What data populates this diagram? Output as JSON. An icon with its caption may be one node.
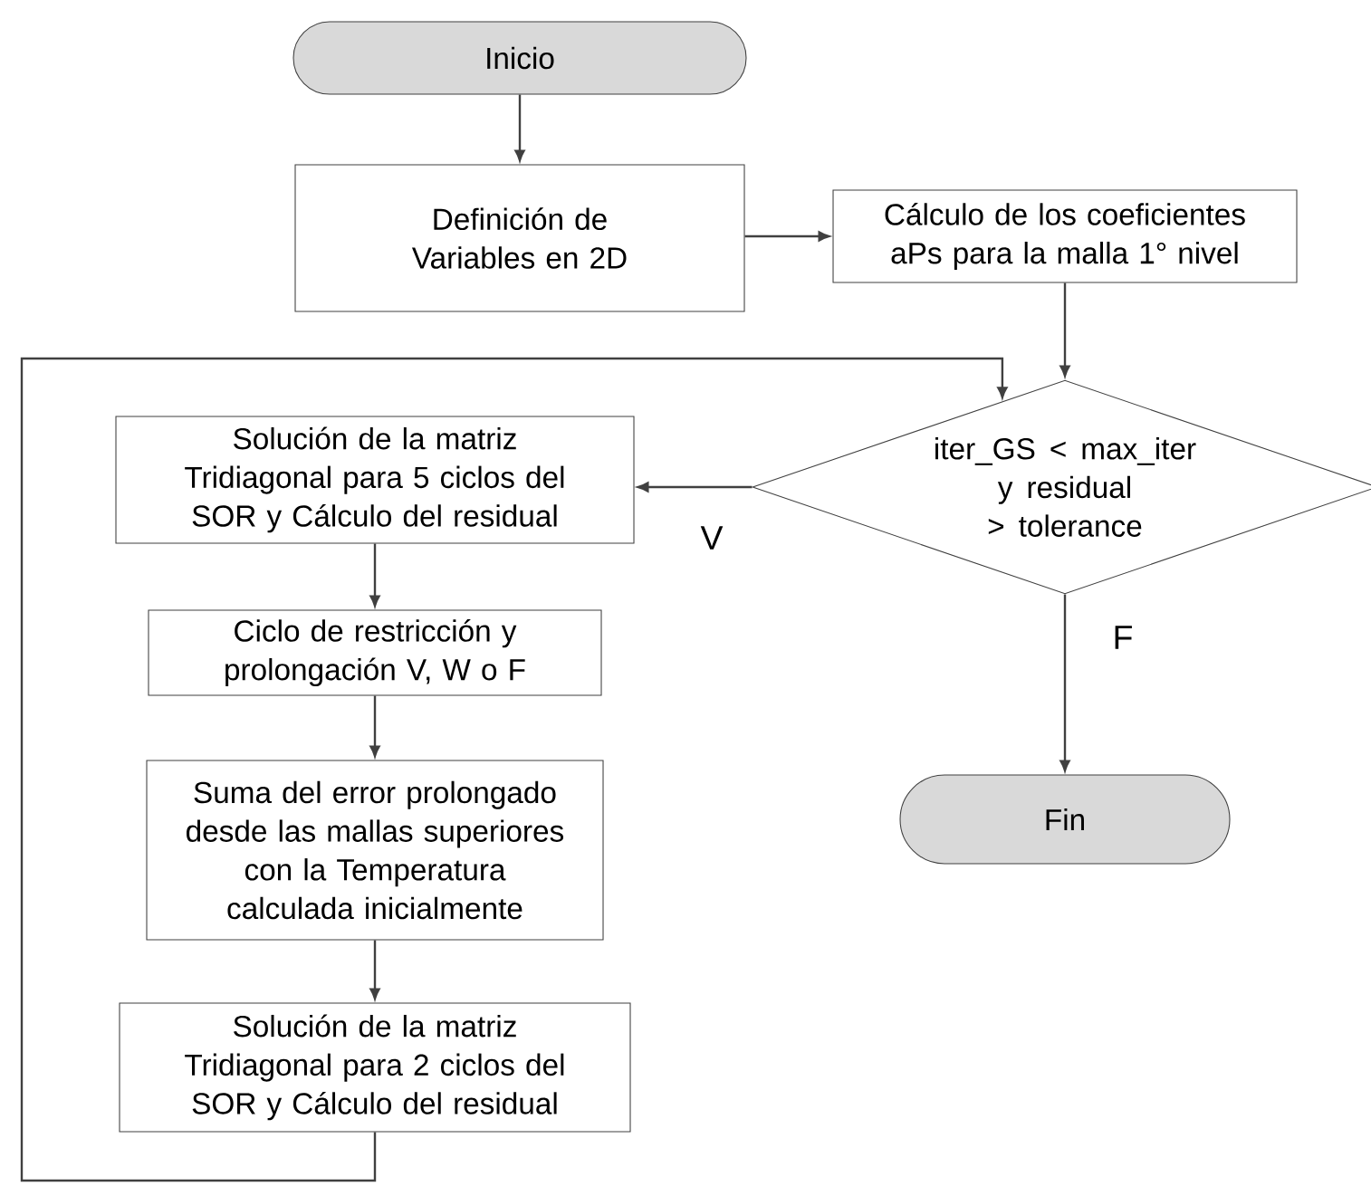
{
  "diagram": {
    "nodes": [
      {
        "text": [
          "Inicio"
        ]
      },
      {
        "text": [
          "Definición de Variables en 2D"
        ]
      },
      {
        "text": [
          "Cálculo de los coeficientes aPs para la malla 1° nivel"
        ]
      },
      {
        "text": [
          "iter_GS < max_iter y residual > tolerance"
        ]
      },
      {
        "text": [
          "Solución de la matriz Tridiagonal para 5 ciclos del SOR y Cálculo del residual"
        ]
      },
      {
        "text": [
          "Ciclo de restricción y prolongación V, W o F"
        ]
      },
      {
        "text": [
          "Suma del error prolongado desde las mallas superiores con la Temperatura calculada inicialmente"
        ]
      },
      {
        "text": [
          "Solución de la matriz Tridiagonal para 2 ciclos del SOR y Cálculo del residual"
        ]
      },
      {
        "text": [
          "Fin"
        ]
      }
    ],
    "edges": [
      {
        "from": 0,
        "to": 1,
        "arrow": "to"
      },
      {
        "from": 1,
        "to": 2,
        "arrow": "to"
      },
      {
        "from": 2,
        "to": 3,
        "arrow": "to"
      },
      {
        "from": 3,
        "to": 4,
        "arrow": "to",
        "label": "V"
      },
      {
        "from": 3,
        "to": 8,
        "arrow": "to",
        "label": "F"
      },
      {
        "from": 4,
        "to": 5,
        "arrow": "to"
      },
      {
        "from": 5,
        "to": 6,
        "arrow": "to"
      },
      {
        "from": 6,
        "to": 7,
        "arrow": "to"
      },
      {
        "from": 7,
        "to": 3,
        "arrow": "to"
      }
    ]
  }
}
